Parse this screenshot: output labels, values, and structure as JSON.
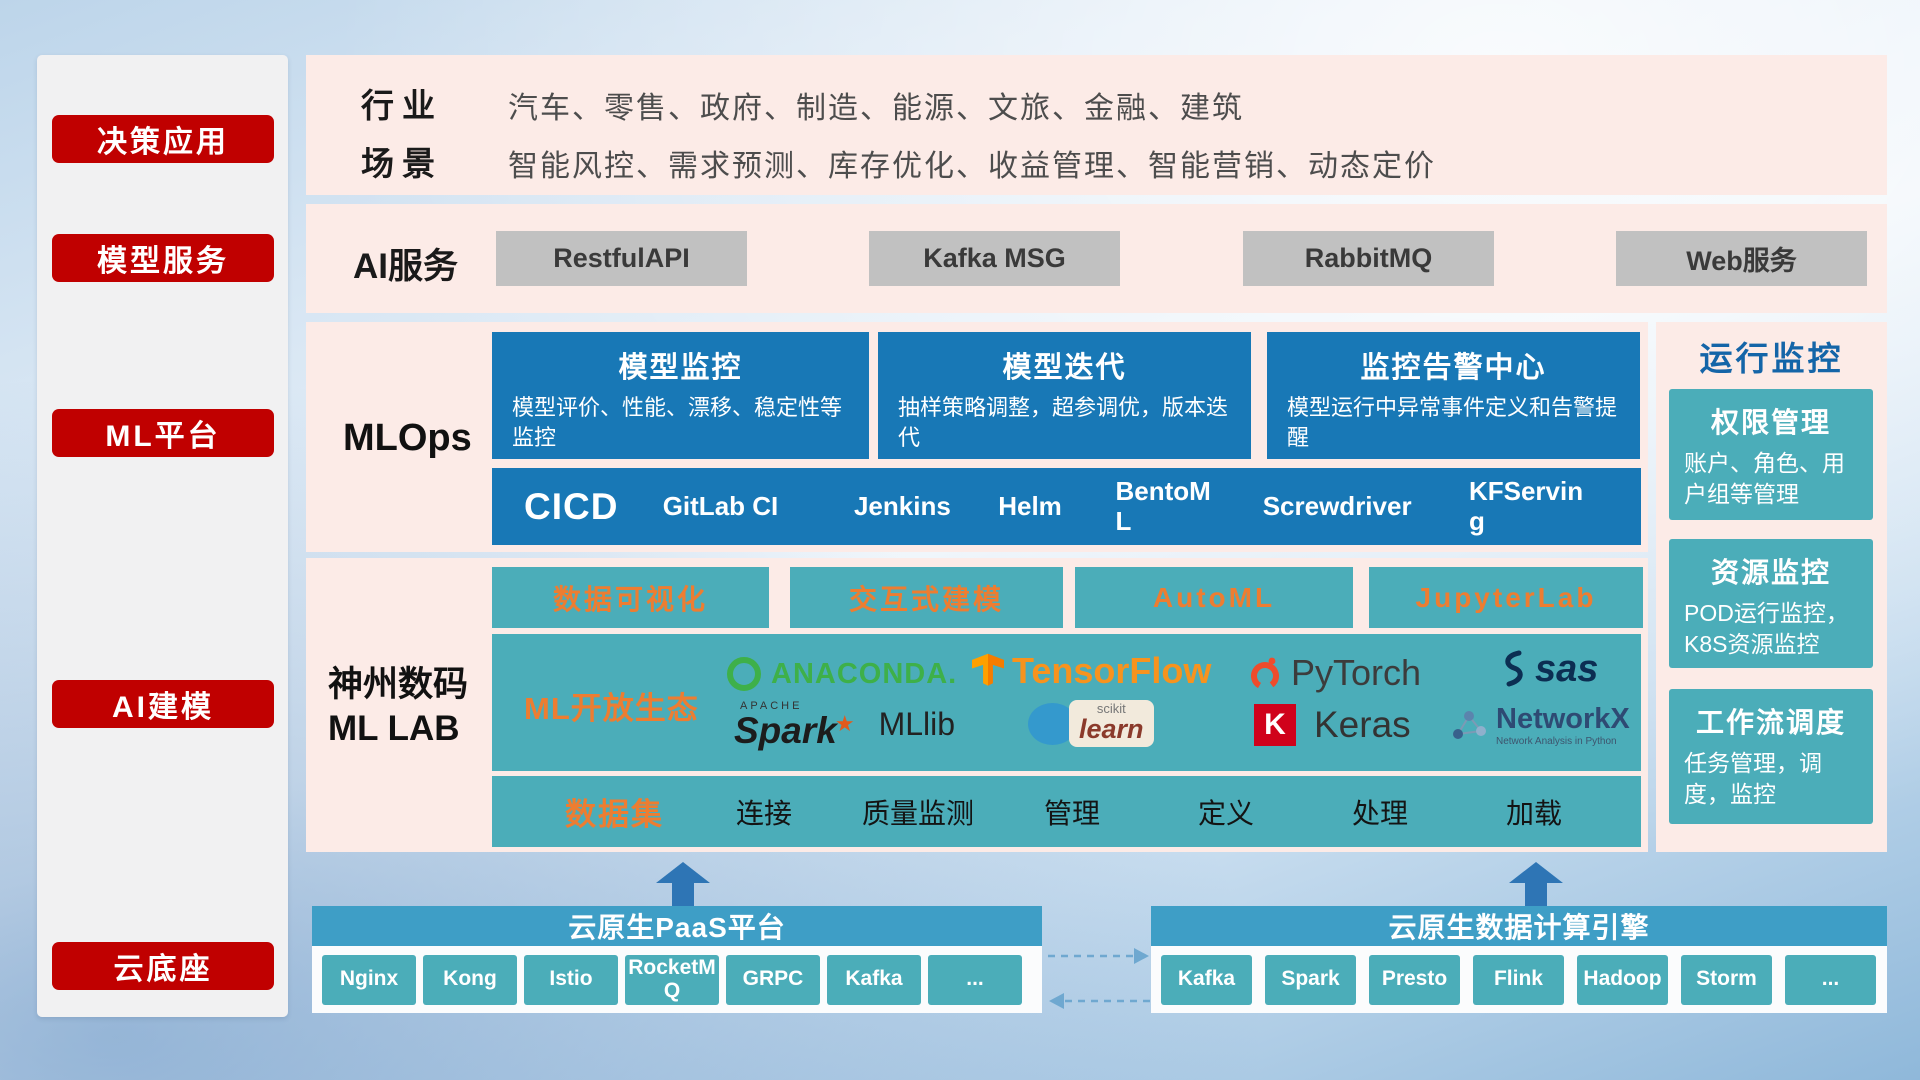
{
  "colors": {
    "red": "#c00000",
    "blue": "#1878b6",
    "teal": "#4badb9",
    "orange": "#ed7d31",
    "panel_pink": "#fcebe7",
    "bar_blue": "#3e9ec6",
    "title_blue": "#1465a8"
  },
  "sidebar": {
    "items": [
      {
        "label": "决策应用"
      },
      {
        "label": "模型服务"
      },
      {
        "label": "ML平台"
      },
      {
        "label": "AI建模"
      },
      {
        "label": "云底座"
      }
    ]
  },
  "industry": {
    "row1_label": "行业",
    "row1_text": "汽车、零售、政府、制造、能源、文旅、金融、建筑",
    "row2_label": "场景",
    "row2_text": "智能风控、需求预测、库存优化、收益管理、智能营销、动态定价"
  },
  "ai_service": {
    "label": "AI服务",
    "buttons": [
      "RestfulAPI",
      "Kafka MSG",
      "RabbitMQ",
      "Web服务"
    ]
  },
  "mlops": {
    "label": "MLOps",
    "cards": [
      {
        "title": "模型监控",
        "desc": "模型评价、性能、漂移、稳定性等监控"
      },
      {
        "title": "模型迭代",
        "desc": "抽样策略调整，超参调优，版本迭代"
      },
      {
        "title": "监控告警中心",
        "desc": "模型运行中异常事件定义和告警提醒"
      }
    ],
    "cicd_label": "CICD",
    "cicd_items": [
      "GitLab CI",
      "Jenkins",
      "Helm",
      "BentoML",
      "Screwdriver",
      "KFServing"
    ]
  },
  "mllab": {
    "label_line1": "神州数码",
    "label_line2": "ML LAB",
    "tools": [
      "数据可视化",
      "交互式建模",
      "AutoML",
      "JupyterLab"
    ],
    "eco_label": "ML开放生态",
    "logos": {
      "anaconda": "ANACONDA.",
      "tensorflow": "TensorFlow",
      "pytorch": "PyTorch",
      "sas": "sas",
      "spark_top": "APACHE",
      "spark": "Spark",
      "spark_star": "★",
      "mllib": "MLlib",
      "sklearn_top": "scikit",
      "sklearn": "learn",
      "keras_k": "K",
      "keras": "Keras",
      "networkx": "NetworkX",
      "networkx_sub": "Network Analysis in Python"
    },
    "dataset_label": "数据集",
    "dataset_items": [
      "连接",
      "质量监测",
      "管理",
      "定义",
      "处理",
      "加载"
    ]
  },
  "monitoring": {
    "title": "运行监控",
    "cards": [
      {
        "title": "权限管理",
        "desc": "账户、角色、用户组等管理"
      },
      {
        "title": "资源监控",
        "desc": "POD运行监控，K8S资源监控"
      },
      {
        "title": "工作流调度",
        "desc": "任务管理，调度，监控"
      }
    ]
  },
  "bottom": {
    "paas_title": "云原生PaaS平台",
    "paas_items": [
      "Nginx",
      "Kong",
      "Istio",
      "RocketMQ",
      "GRPC",
      "Kafka",
      "..."
    ],
    "engine_title": "云原生数据计算引擎",
    "engine_items": [
      "Kafka",
      "Spark",
      "Presto",
      "Flink",
      "Hadoop",
      "Storm",
      "..."
    ]
  }
}
